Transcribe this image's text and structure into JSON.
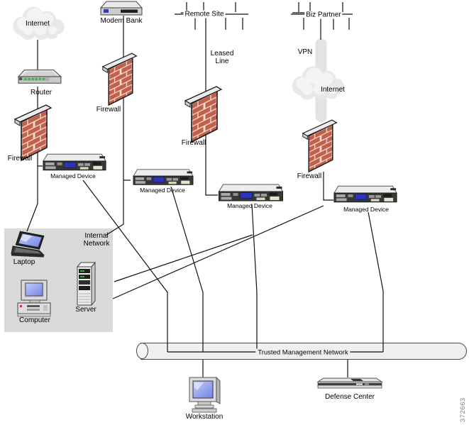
{
  "labels": {
    "internet_left": "Internet",
    "router": "Router",
    "firewall_1": "Firewall",
    "modem_bank": "Modem Bank",
    "firewall_2": "Firewall",
    "remote_site": "Remote Site",
    "leased_line": "Leased Line",
    "firewall_3": "Firewall",
    "biz_partner": "Biz Partner",
    "vpn": "VPN",
    "internet_right": "Internet",
    "firewall_4": "Firewall",
    "managed_device_1": "Managed Device",
    "managed_device_2": "Managed Device",
    "managed_device_3": "Managed Device",
    "managed_device_4": "Managed Device",
    "internal_network": "Internal Network",
    "laptop": "Laptop",
    "computer": "Computer",
    "server": "Server",
    "trusted_management_network": "Trusted Management Network",
    "workstation": "Workstation",
    "defense_center": "Defense Center",
    "figure_number": "372663"
  },
  "connections": [
    "Internet - Router - Firewall - Managed Device - Internal Network",
    "Modem Bank - Firewall - Managed Device - Internal Network",
    "Remote Site - Leased Line - Firewall - Managed Device - Internal Network",
    "Biz Partner - VPN - Internet - Firewall - Managed Device - Internal Network",
    "Managed Device x4 - Trusted Management Network",
    "Workstation - Trusted Management Network",
    "Defense Center - Trusted Management Network"
  ],
  "colors": {
    "background": "#ffffff",
    "line": "#111111",
    "brick": "#c2604a",
    "internal_network_fill": "#d9d9d9",
    "pipe_fill": "#efefef",
    "cloud_fill": "#e8e8e8",
    "vpn_tunnel_fill": "#e3e3e3",
    "screen_blue": "#8d9cec",
    "figure_number_gray": "#808080"
  }
}
